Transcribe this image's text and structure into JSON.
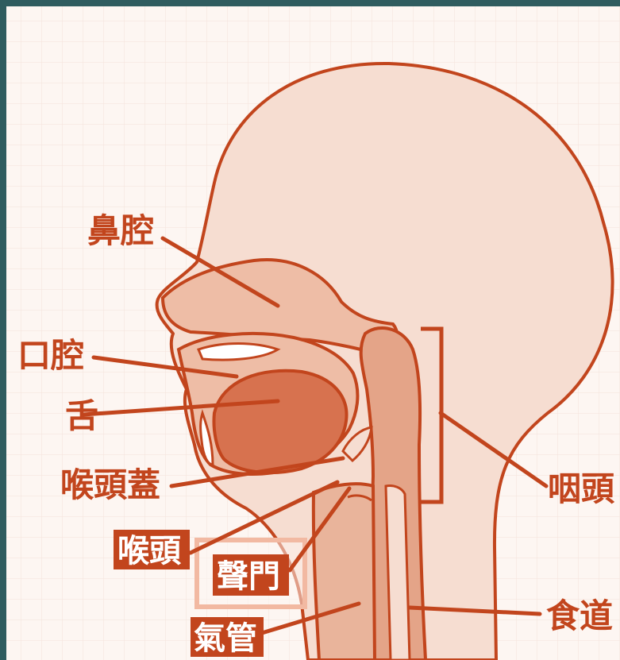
{
  "labels": {
    "nasal_cavity": "鼻腔",
    "oral_cavity": "口腔",
    "tongue": "舌",
    "epiglottis": "喉頭蓋",
    "pharynx": "咽頭",
    "larynx": "喉頭",
    "glottis": "聲門",
    "trachea": "氣管",
    "esophagus": "食道"
  },
  "colors": {
    "background": "#2f5c5f",
    "panel": "#fdf6f2",
    "outline": "#c2451d",
    "label_text": "#c2451d",
    "skin_light": "#f6ddd1",
    "cavity": "#eebda6",
    "tongue": "#d7724f",
    "label_box": "#c2451d"
  }
}
